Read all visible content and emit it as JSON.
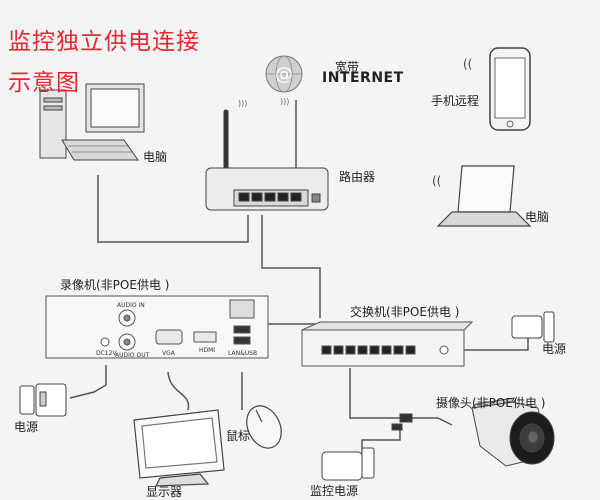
{
  "title": {
    "line1": "监控独立供电连接",
    "line2": "示意图"
  },
  "internet": {
    "label_broadband": "宽带",
    "label_internet": "INTERNET"
  },
  "labels": {
    "phone": "手机远程",
    "computer_top": "电脑",
    "laptop": "电脑",
    "router": "路由器",
    "nvr": "录像机(非POE供电 )",
    "switch": "交换机(非POE供电 )",
    "power_left": "电源",
    "power_switch": "电源",
    "camera": "摄像头(非POE供电 )",
    "monitor": "显示器",
    "mouse": "鼠标",
    "monitor_power": "监控电源"
  },
  "nvr_ports": {
    "audio_in": "AUDIO IN",
    "audio_out": "AUDIO OUT",
    "dc": "DC12V",
    "vga": "VGA",
    "hdmi": "HDMI",
    "lan_usb": "LAN&USB"
  }
}
